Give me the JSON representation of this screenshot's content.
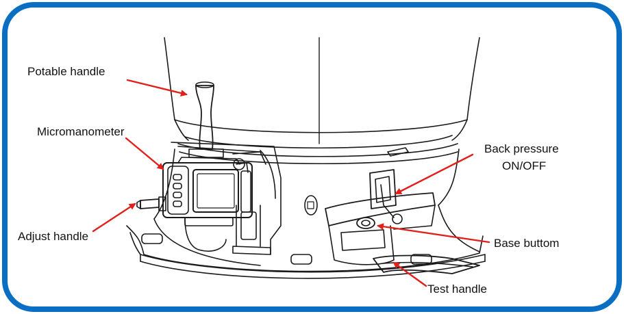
{
  "labels": {
    "potable_handle": "Potable handle",
    "micromanometer": "Micromanometer",
    "adjust_handle": "Adjust handle",
    "back_pressure_line1": "Back pressure",
    "back_pressure_line2": "ON/OFF",
    "base_buttom": "Base buttom",
    "test_handle": "Test handle"
  },
  "colors": {
    "frame_border": "#0a6fc2",
    "arrow": "#e0201b",
    "line_art": "#1a1a1a",
    "text": "#111111"
  }
}
